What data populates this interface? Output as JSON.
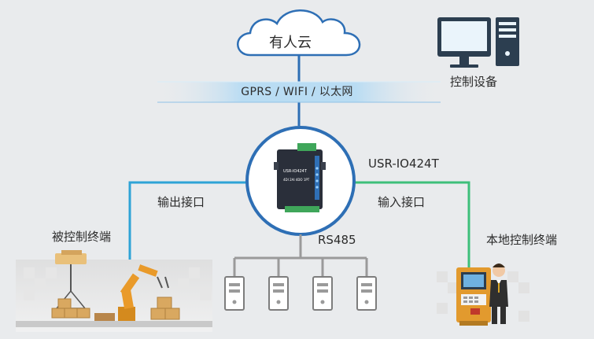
{
  "cloud": {
    "label": "有人云"
  },
  "network": {
    "label": "GPRS / WIFI / 以太网"
  },
  "control_device": {
    "label": "控制设备"
  },
  "gateway": {
    "model": "USR-IO424T",
    "device_text": [
      "USR-IO424T",
      "4DI 2AI 4DO 1PT"
    ]
  },
  "output_port": {
    "label": "输出接口"
  },
  "input_port": {
    "label": "输入接口"
  },
  "controlled_terminal": {
    "label": "被控制终端"
  },
  "local_terminal": {
    "label": "本地控制终端"
  },
  "bus": {
    "label": "RS485"
  },
  "colors": {
    "cloud_line": "#2e6fb5",
    "output_line": "#2ea3d6",
    "input_line": "#3dbf7a",
    "rs485_line": "#9a9a9a",
    "band": "#a8d2ef"
  }
}
